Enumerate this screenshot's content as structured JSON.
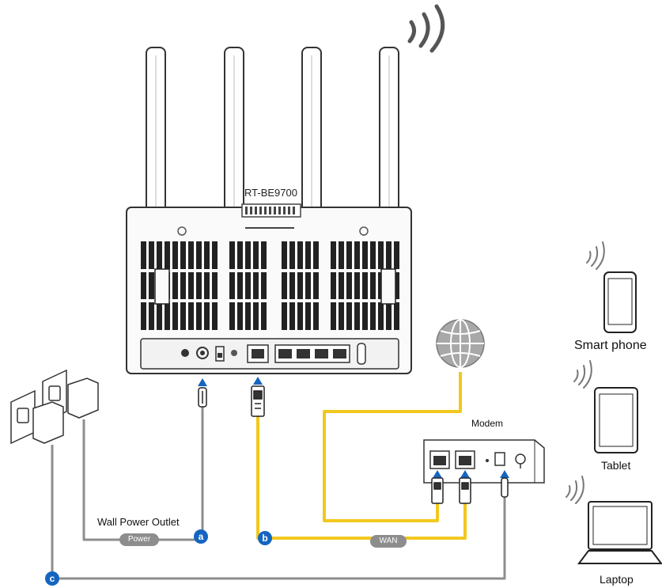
{
  "router": {
    "model": "RT-BE9700"
  },
  "modem": {
    "title": "Modem"
  },
  "outlet": {
    "label": "Wall Power Outlet"
  },
  "cables": {
    "power": "Power",
    "wan": "WAN"
  },
  "steps": {
    "a": "a",
    "b": "b",
    "c": "c"
  },
  "devices": {
    "phone": "Smart phone",
    "tablet": "Tablet",
    "laptop": "Laptop"
  },
  "colors": {
    "cable_yellow": "#f2c81e",
    "cable_gray": "#8d8d8d",
    "step_badge": "#1565c0"
  },
  "icons": [
    "wifi-signal-icon",
    "globe-icon",
    "smartphone-icon",
    "tablet-icon",
    "laptop-icon",
    "wall-outlet-icon",
    "power-adapter-icon"
  ]
}
